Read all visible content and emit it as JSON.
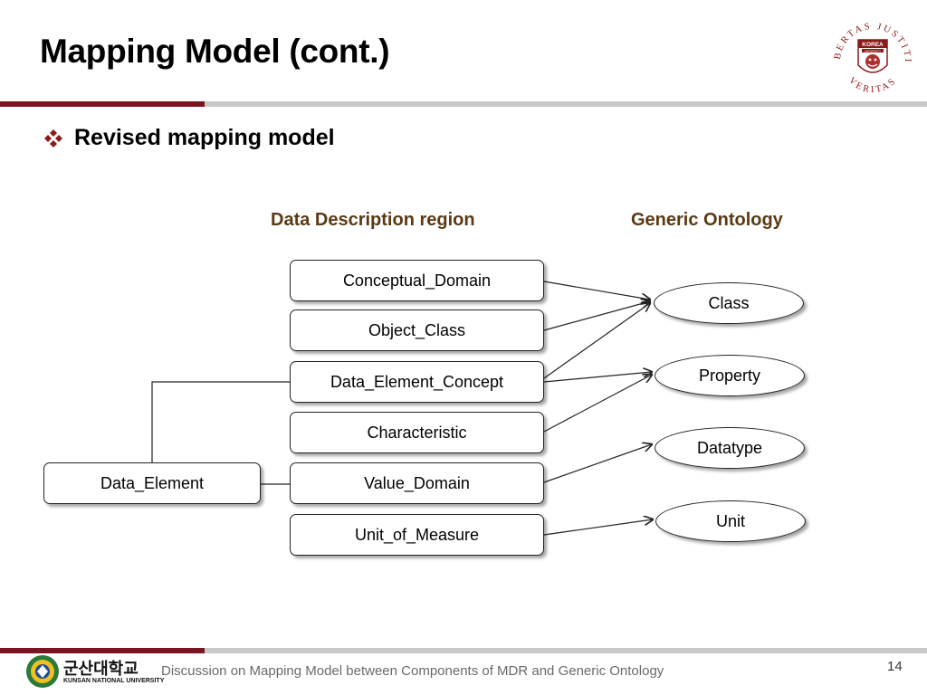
{
  "slide": {
    "title": "Mapping Model (cont.)",
    "bullet": "Revised mapping model",
    "page_number": "14",
    "footer": "Discussion on Mapping Model between Components of MDR and Generic Ontology"
  },
  "diagram": {
    "region_left": "Data Description region",
    "region_right": "Generic Ontology",
    "data_element": "Data_Element",
    "mdr_boxes": [
      "Conceptual_Domain",
      "Object_Class",
      "Data_Element_Concept",
      "Characteristic",
      "Value_Domain",
      "Unit_of_Measure"
    ],
    "ontology_nodes": [
      "Class",
      "Property",
      "Datatype",
      "Unit"
    ],
    "mappings": [
      {
        "from": "Conceptual_Domain",
        "to": "Class"
      },
      {
        "from": "Object_Class",
        "to": "Class"
      },
      {
        "from": "Data_Element_Concept",
        "to": "Class"
      },
      {
        "from": "Data_Element_Concept",
        "to": "Property"
      },
      {
        "from": "Characteristic",
        "to": "Property"
      },
      {
        "from": "Value_Domain",
        "to": "Datatype"
      },
      {
        "from": "Unit_of_Measure",
        "to": "Unit"
      }
    ]
  },
  "logos": {
    "university_seal_text": "LIBERTAS JUSTITIA VERITAS",
    "university_seal_banner": "KOREA",
    "university_seal_subbanner": "UNIVERSITY",
    "kunsan_korean": "군산대학교",
    "kunsan_english": "KUNSAN NATIONAL UNIVERSITY"
  },
  "colors": {
    "accent_red": "#7a1420",
    "region_label": "#5a3a14",
    "bullet": "#8b1a1a"
  }
}
